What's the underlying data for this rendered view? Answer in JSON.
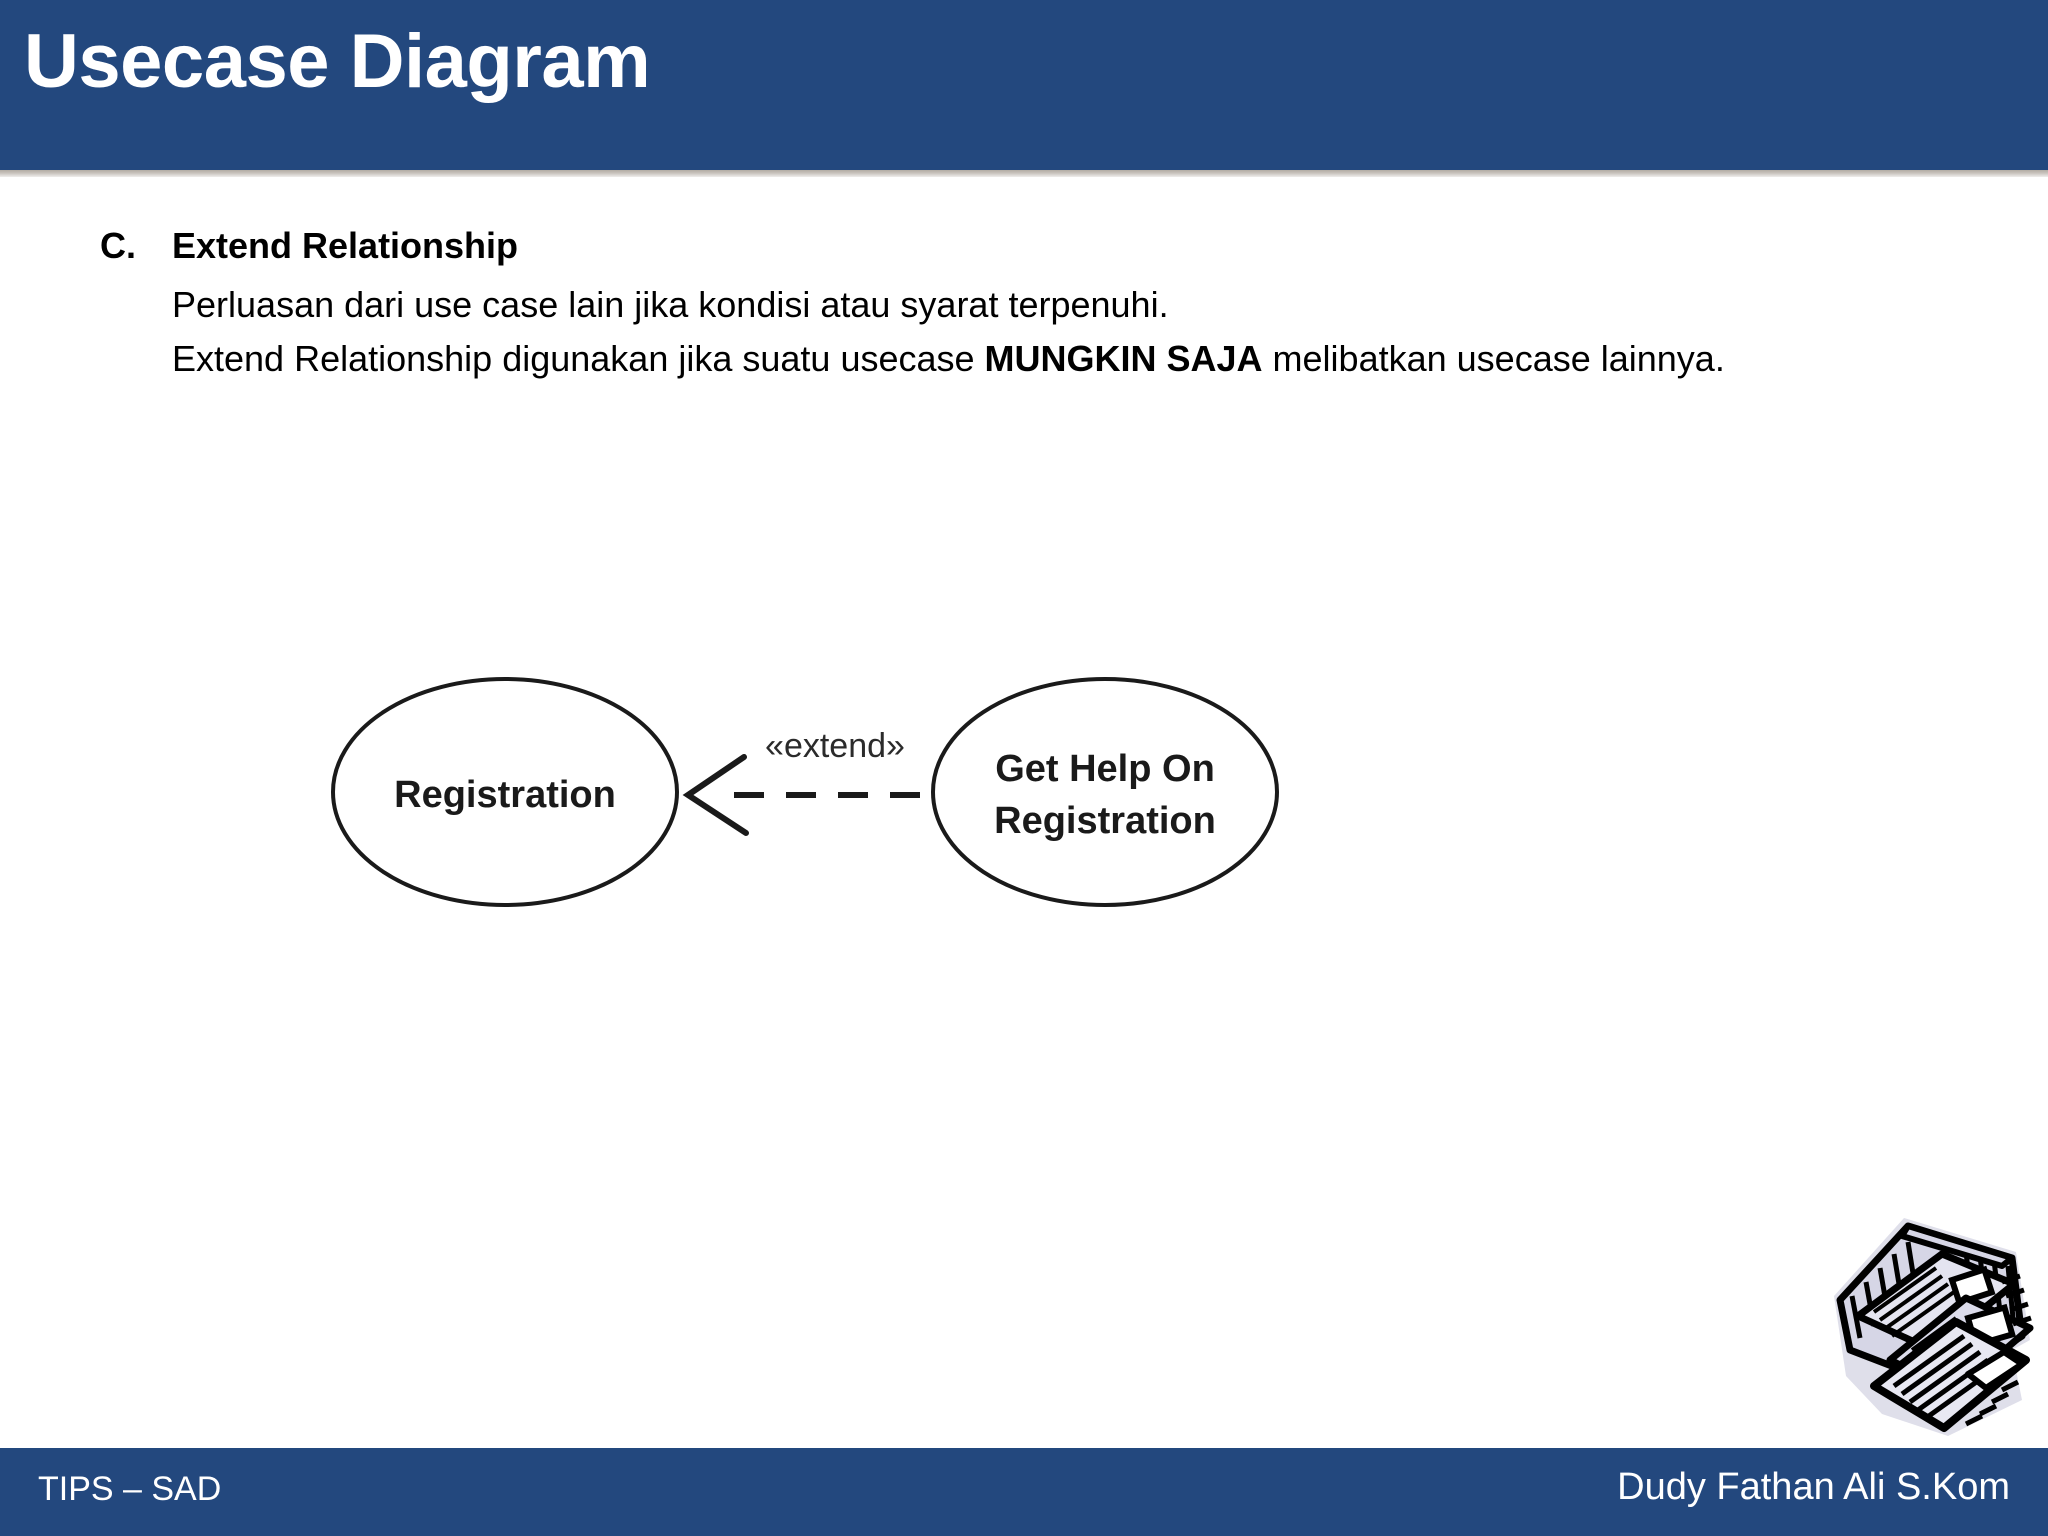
{
  "slide": {
    "header": {
      "title": "Usecase Diagram",
      "background_color": "#23487E",
      "text_color": "#FFFFFF"
    },
    "content": {
      "list_marker": "C.",
      "heading": "Extend Relationship",
      "paragraph_one": "Perluasan dari use case lain jika kondisi atau syarat terpenuhi.",
      "paragraph_two": {
        "part_1": "Extend Relationship digunakan jika suatu usecase ",
        "emphasis": "MUNGKIN SAJA",
        "part_2": " melibatkan usecase lainnya."
      }
    },
    "diagram": {
      "type": "uml-usecase",
      "left_usecase": "Registration",
      "right_usecase_line1": "Get Help On",
      "right_usecase_line2": "Registration",
      "relationship_stereotype": "«extend»",
      "relationship_style": "dashed-open-arrow",
      "arrow_direction": "right-to-left",
      "stroke_color": "#1A1A1A",
      "fill_color": "#FFFFFF"
    },
    "clipart": {
      "name": "floppy-disks-in-tray-clipart",
      "line_color": "#000000",
      "fill_color": "#D9D9E8"
    },
    "footer": {
      "left_label": "TIPS – SAD",
      "right_label": "Dudy Fathan Ali S.Kom",
      "background_color": "#23487E",
      "text_color": "#FFFFFF"
    }
  }
}
